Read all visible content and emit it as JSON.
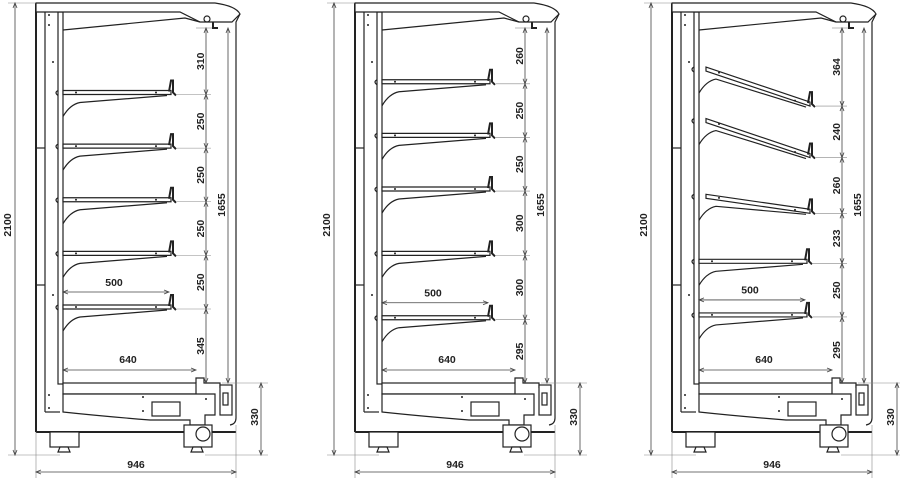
{
  "drawings": [
    {
      "name": "display-case-flat-shelves",
      "overall_height": "2100",
      "overall_depth": "946",
      "base_height": "330",
      "usable_height": "1655",
      "shelf_depth": "500",
      "base_depth": "640",
      "spacings": [
        "310",
        "250",
        "250",
        "250",
        "250",
        "345"
      ],
      "shelf_styles": [
        "flat",
        "flat",
        "flat",
        "flat",
        "flat"
      ]
    },
    {
      "name": "display-case-wide-spacing",
      "overall_height": "2100",
      "overall_depth": "946",
      "base_height": "330",
      "usable_height": "1655",
      "shelf_depth": "500",
      "base_depth": "640",
      "spacings": [
        "260",
        "250",
        "250",
        "300",
        "300",
        "295"
      ],
      "shelf_styles": [
        "flat",
        "flat",
        "flat",
        "flat",
        "flat"
      ]
    },
    {
      "name": "display-case-tilted-shelves",
      "overall_height": "2100",
      "overall_depth": "946",
      "base_height": "330",
      "usable_height": "1655",
      "shelf_depth": "500",
      "base_depth": "640",
      "spacings": [
        "364",
        "240",
        "260",
        "233",
        "250",
        "295"
      ],
      "shelf_styles": [
        "tilted-steep",
        "tilted-steep",
        "tilted-slight",
        "flat",
        "flat"
      ]
    }
  ]
}
